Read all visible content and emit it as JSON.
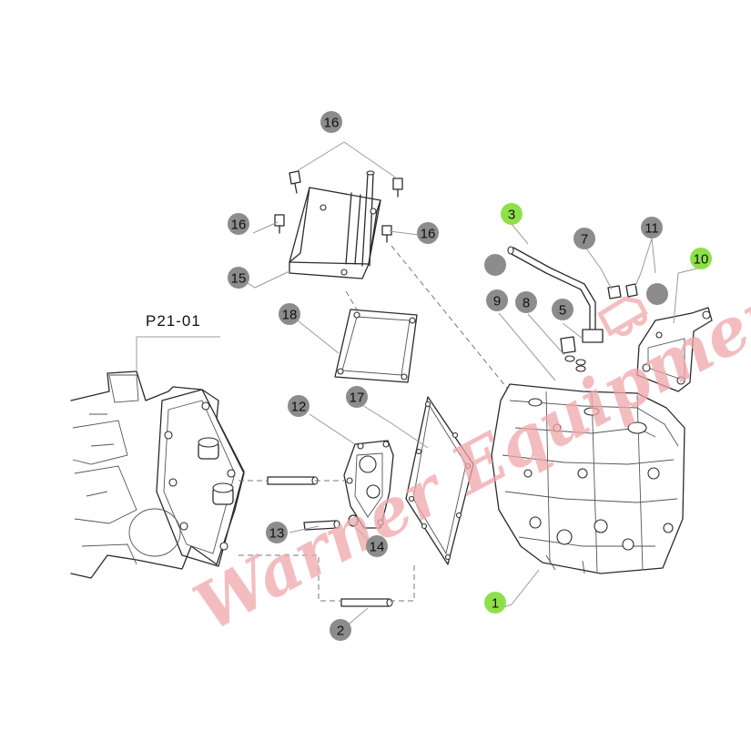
{
  "diagram": {
    "reference_label": "P21-01",
    "watermark_text": "Warner Equipment",
    "colors": {
      "callout_gray": "#8c8c8c",
      "callout_highlight": "#8ee04a",
      "watermark": "#f0a7ab"
    },
    "callouts": [
      {
        "label": "16",
        "highlight": false
      },
      {
        "label": "16",
        "highlight": false
      },
      {
        "label": "16",
        "highlight": false
      },
      {
        "label": "15",
        "highlight": false
      },
      {
        "label": "18",
        "highlight": false
      },
      {
        "label": "3",
        "highlight": true
      },
      {
        "label": "7",
        "highlight": false
      },
      {
        "label": "11",
        "highlight": false
      },
      {
        "label": "10",
        "highlight": true
      },
      {
        "label": "9",
        "highlight": false
      },
      {
        "label": "8",
        "highlight": false
      },
      {
        "label": "5",
        "highlight": false
      },
      {
        "label": "12",
        "highlight": false
      },
      {
        "label": "17",
        "highlight": false
      },
      {
        "label": "13",
        "highlight": false
      },
      {
        "label": "14",
        "highlight": false
      },
      {
        "label": "1",
        "highlight": true
      },
      {
        "label": "2",
        "highlight": false
      },
      {
        "label": "",
        "highlight": false
      },
      {
        "label": "",
        "highlight": false
      }
    ]
  }
}
